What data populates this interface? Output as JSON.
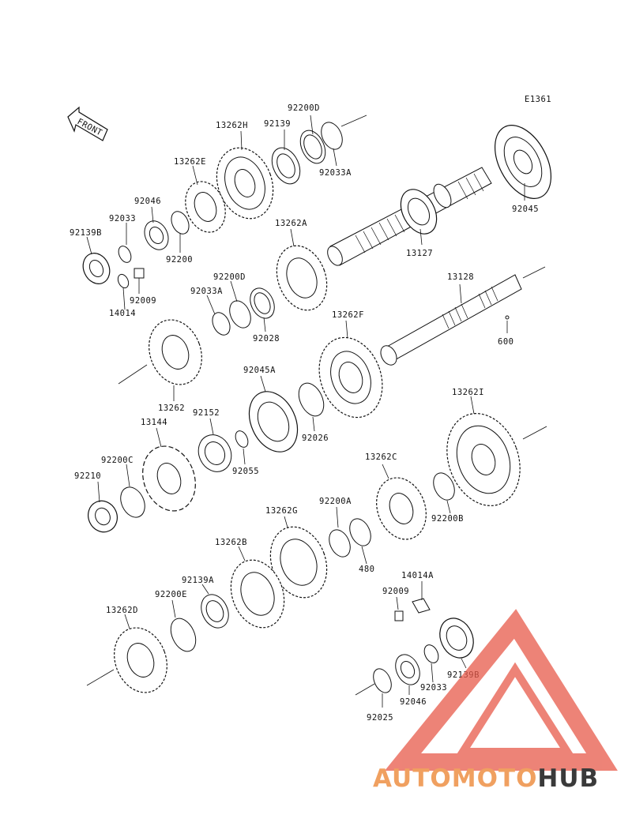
{
  "diagram_code": "E1361",
  "front_label": "FRONT",
  "watermark": {
    "part1": "AUTO",
    "part2": "MOTO",
    "part3": "HUB",
    "accent": "#f0a060",
    "dark": "#3a3a3a",
    "logo": "#e85a4a"
  },
  "labels": [
    {
      "id": "p92200D",
      "text": "92200D"
    },
    {
      "id": "p92139",
      "text": "92139"
    },
    {
      "id": "p13262H",
      "text": "13262H"
    },
    {
      "id": "p13262E",
      "text": "13262E"
    },
    {
      "id": "p92033A_top",
      "text": "92033A"
    },
    {
      "id": "p92046_top",
      "text": "92046"
    },
    {
      "id": "p92033_top",
      "text": "92033"
    },
    {
      "id": "p92139B_top",
      "text": "92139B"
    },
    {
      "id": "p92200_top",
      "text": "92200"
    },
    {
      "id": "p92009_top",
      "text": "92009"
    },
    {
      "id": "p14014",
      "text": "14014"
    },
    {
      "id": "p13262A",
      "text": "13262A"
    },
    {
      "id": "p13127",
      "text": "13127"
    },
    {
      "id": "p92045",
      "text": "92045"
    },
    {
      "id": "p92200D_2",
      "text": "92200D"
    },
    {
      "id": "p92033A_2",
      "text": "92033A"
    },
    {
      "id": "p92028",
      "text": "92028"
    },
    {
      "id": "p13128",
      "text": "13128"
    },
    {
      "id": "p600",
      "text": "600"
    },
    {
      "id": "p13262F",
      "text": "13262F"
    },
    {
      "id": "p13262",
      "text": "13262"
    },
    {
      "id": "p92045A",
      "text": "92045A"
    },
    {
      "id": "p92152",
      "text": "92152"
    },
    {
      "id": "p13144",
      "text": "13144"
    },
    {
      "id": "p92026",
      "text": "92026"
    },
    {
      "id": "p13262I",
      "text": "13262I"
    },
    {
      "id": "p92200C",
      "text": "92200C"
    },
    {
      "id": "p92210",
      "text": "92210"
    },
    {
      "id": "p92055",
      "text": "92055"
    },
    {
      "id": "p13262C",
      "text": "13262C"
    },
    {
      "id": "p13262G",
      "text": "13262G"
    },
    {
      "id": "p92200A",
      "text": "92200A"
    },
    {
      "id": "p92200B",
      "text": "92200B"
    },
    {
      "id": "p480",
      "text": "480"
    },
    {
      "id": "p13262B",
      "text": "13262B"
    },
    {
      "id": "p14014A",
      "text": "14014A"
    },
    {
      "id": "p92139A",
      "text": "92139A"
    },
    {
      "id": "p92009_bot",
      "text": "92009"
    },
    {
      "id": "p92200E",
      "text": "92200E"
    },
    {
      "id": "p13262D",
      "text": "13262D"
    },
    {
      "id": "p92139B_bot",
      "text": "92139B"
    },
    {
      "id": "p92033_bot",
      "text": "92033"
    },
    {
      "id": "p92046_bot",
      "text": "92046"
    },
    {
      "id": "p92025",
      "text": "92025"
    }
  ]
}
